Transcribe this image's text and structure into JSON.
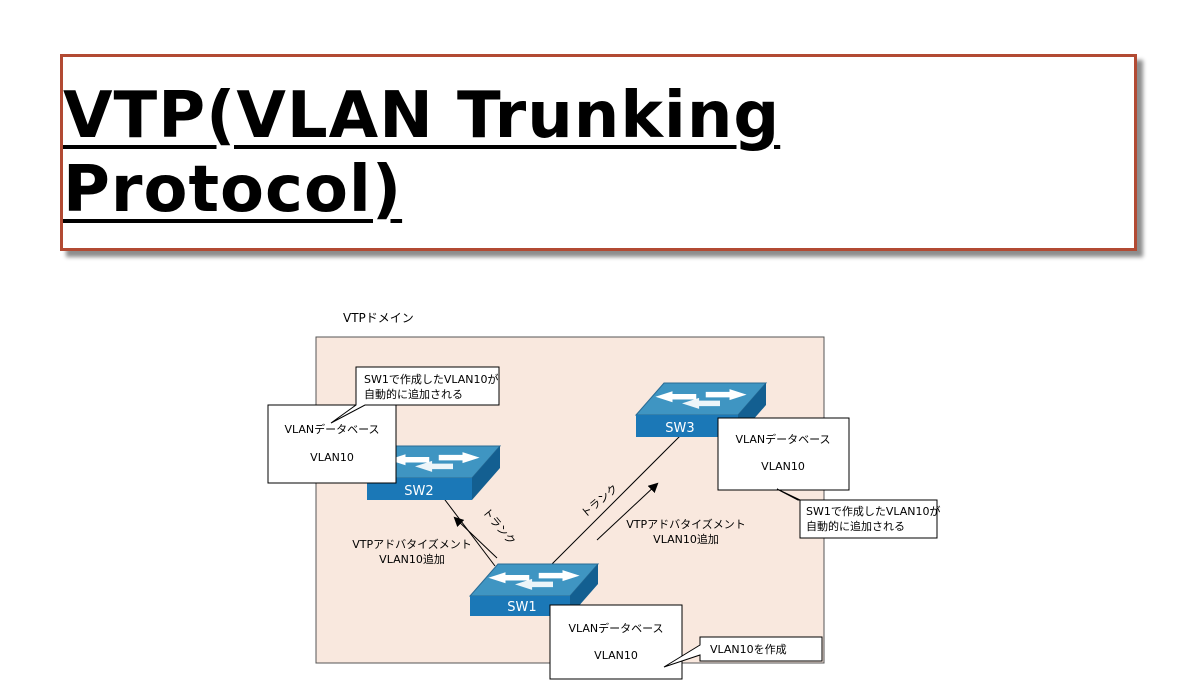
{
  "title": "VTP(VLAN Trunking Protocol)",
  "diagram": {
    "domain_label": "VTPドメイン",
    "switches": {
      "sw1": "SW1",
      "sw2": "SW2",
      "sw3": "SW3"
    },
    "trunk_labels": [
      "トランク",
      "トランク"
    ],
    "advertisements": [
      {
        "line1": "VTPアドバタイズメント",
        "line2": "VLAN10追加"
      },
      {
        "line1": "VTPアドバタイズメント",
        "line2": "VLAN10追加"
      }
    ],
    "databases": [
      {
        "title": "VLANデータベース",
        "entry": "VLAN10"
      },
      {
        "title": "VLANデータベース",
        "entry": "VLAN10"
      },
      {
        "title": "VLANデータベース",
        "entry": "VLAN10"
      }
    ],
    "callouts": {
      "sw2_line1": "SW1で作成したVLAN10が",
      "sw2_line2": "自動的に追加される",
      "sw3_line1": "SW1で作成したVLAN10が",
      "sw3_line2": "自動的に追加される",
      "sw1": "VLAN10を作成"
    },
    "colors": {
      "domain_fill": "#f9e8de",
      "switch_top": "#3f95c2",
      "switch_front": "#1b78b7",
      "title_border": "#b24a33"
    }
  }
}
